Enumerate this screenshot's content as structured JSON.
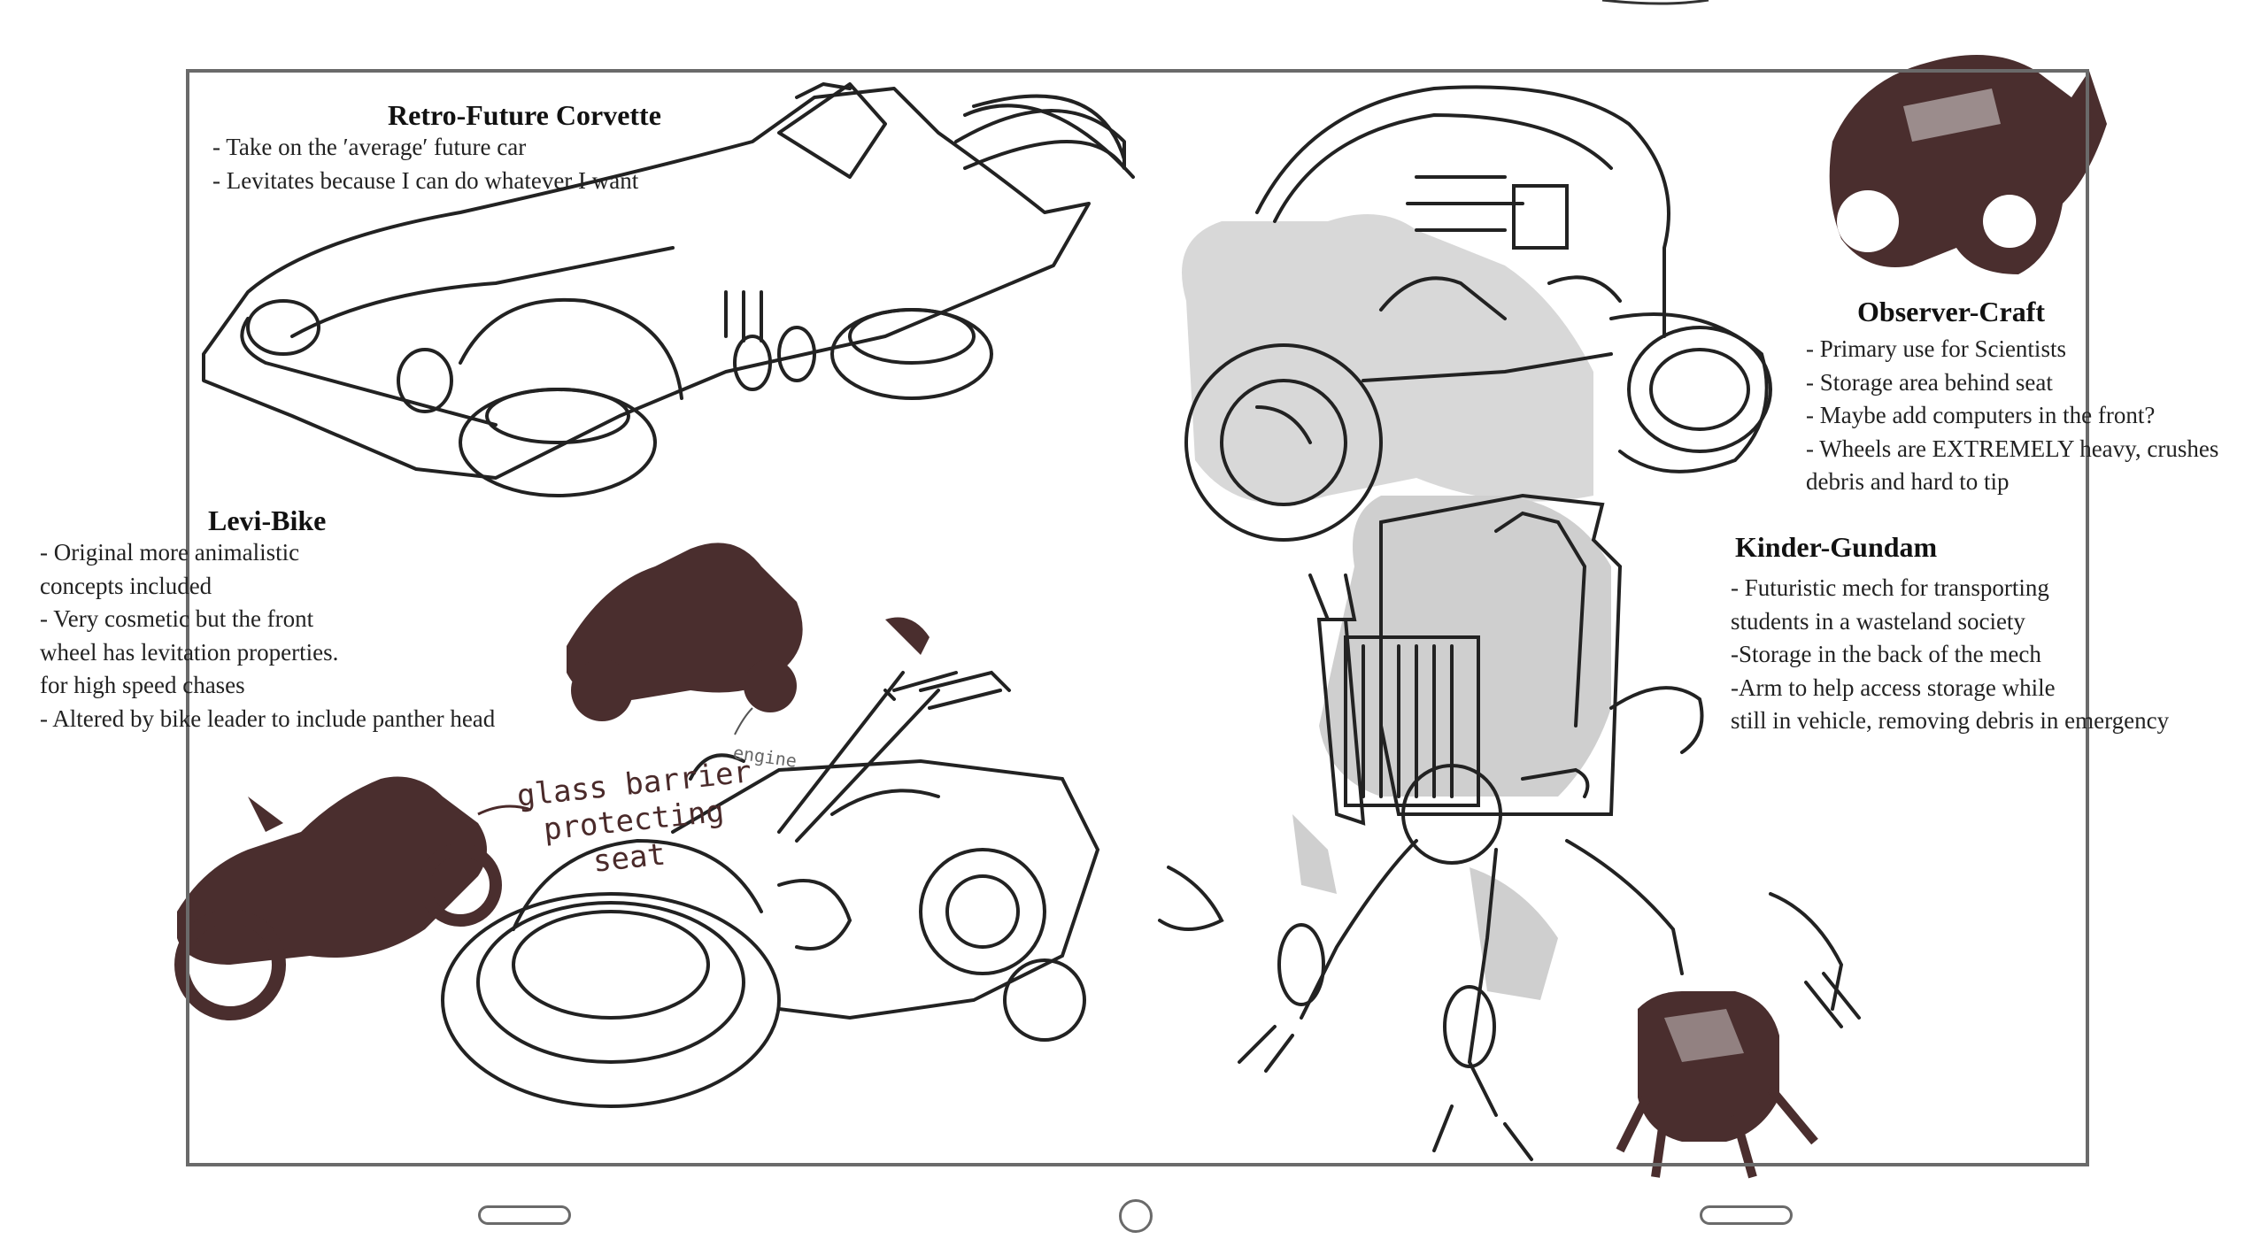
{
  "sections": {
    "corvette": {
      "title": "Retro-Future Corvette",
      "notes": [
        "- Take on the ′average′  future car",
        "- Levitates because I can do whatever I want"
      ]
    },
    "observer": {
      "title": "Observer-Craft",
      "notes": [
        "- Primary use for Scientists",
        "- Storage area behind seat",
        "- Maybe add computers in the front?",
        "-  Wheels are EXTREMELY heavy, crushes",
        "debris and hard to tip"
      ]
    },
    "levibike": {
      "title": "Levi-Bike",
      "notes": [
        "- Original more animalistic",
        "concepts included",
        "-  Very cosmetic but the front",
        "wheel has levitation properties.",
        "for high speed chases",
        "- Altered by bike leader to include panther head"
      ],
      "handwritten": [
        "glass barrier",
        "protecting",
        "seat"
      ],
      "engine_label": "engine"
    },
    "kinder": {
      "title": "Kinder-Gundam",
      "notes": [
        "- Futuristic mech for transporting",
        "students in a wasteland society",
        "-Storage in the back of the mech",
        "-Arm to help access storage while",
        "still in vehicle, removing debris in emergency"
      ]
    }
  },
  "colors": {
    "sketch_ink": "#222222",
    "silhouette": "#4a2e2e",
    "shadow_grey": "#cfcfcf",
    "frame": "#6a6a6a"
  },
  "icons": {
    "left_control": "pill-button",
    "center_control": "circle-button",
    "right_control": "pill-button"
  }
}
